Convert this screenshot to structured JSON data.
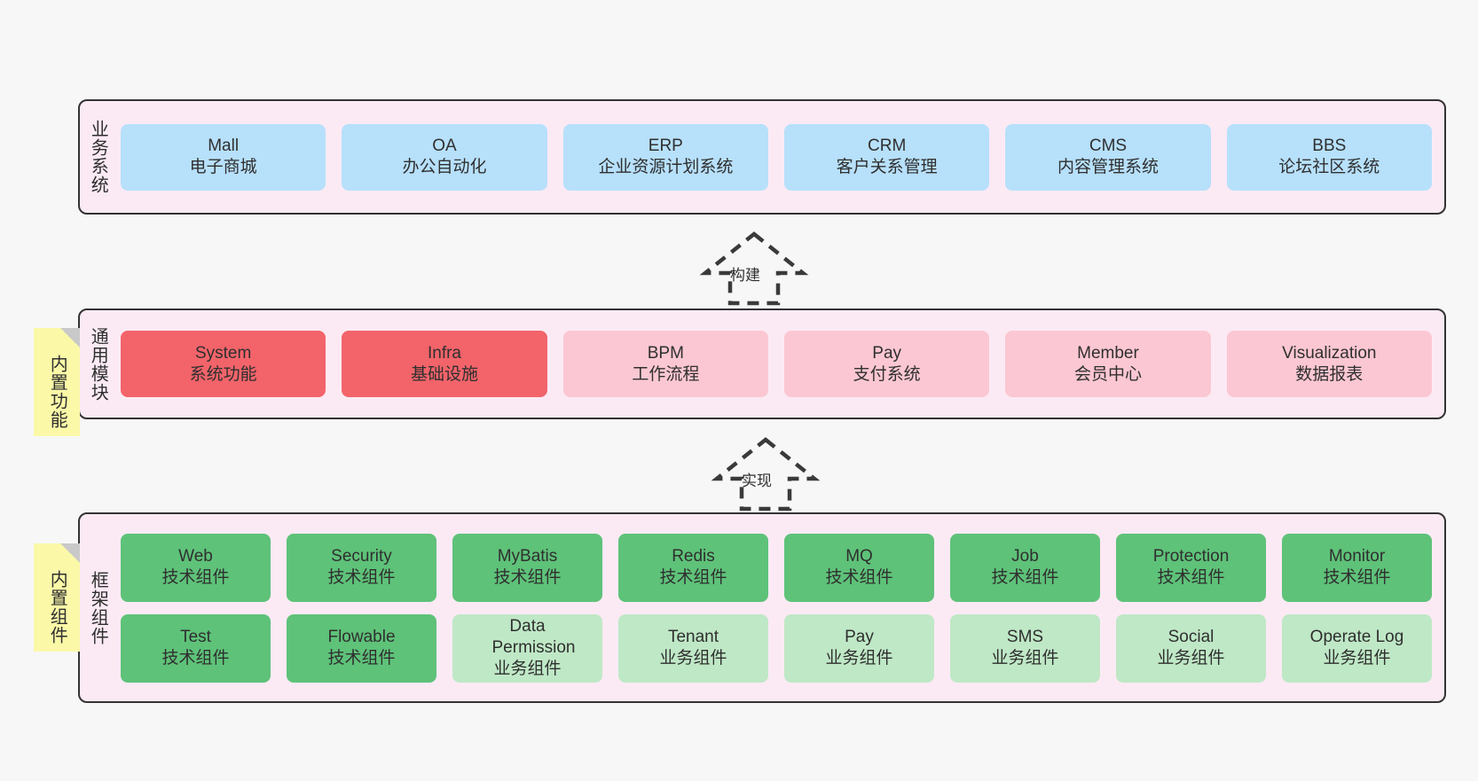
{
  "diagram": {
    "background_color": "#f7f7f7",
    "band_color": "#fbeaf4",
    "border_color": "#333333"
  },
  "layers": [
    {
      "id": "business-system",
      "title": "业务系统",
      "sticky": null,
      "rows": [
        {
          "cards": [
            {
              "en": "Mall",
              "cn": "电子商城",
              "color": "#b7e0fb",
              "tone": "blue"
            },
            {
              "en": "OA",
              "cn": "办公自动化",
              "color": "#b7e0fb",
              "tone": "blue"
            },
            {
              "en": "ERP",
              "cn": "企业资源计划系统",
              "color": "#b7e0fb",
              "tone": "blue"
            },
            {
              "en": "CRM",
              "cn": "客户关系管理",
              "color": "#b7e0fb",
              "tone": "blue"
            },
            {
              "en": "CMS",
              "cn": "内容管理系统",
              "color": "#b7e0fb",
              "tone": "blue"
            },
            {
              "en": "BBS",
              "cn": "论坛社区系统",
              "color": "#b7e0fb",
              "tone": "blue"
            }
          ]
        }
      ]
    },
    {
      "id": "common-module",
      "title": "通用模块",
      "sticky": "内置功能",
      "rows": [
        {
          "cards": [
            {
              "en": "System",
              "cn": "系统功能",
              "color": "#f2646a",
              "tone": "red"
            },
            {
              "en": "Infra",
              "cn": "基础设施",
              "color": "#f2646a",
              "tone": "red"
            },
            {
              "en": "BPM",
              "cn": "工作流程",
              "color": "#fbc7d2",
              "tone": "pink"
            },
            {
              "en": "Pay",
              "cn": "支付系统",
              "color": "#fbc7d2",
              "tone": "pink"
            },
            {
              "en": "Member",
              "cn": "会员中心",
              "color": "#fbc7d2",
              "tone": "pink"
            },
            {
              "en": "Visualization",
              "cn": "数据报表",
              "color": "#fbc7d2",
              "tone": "pink"
            }
          ]
        }
      ]
    },
    {
      "id": "framework-component",
      "title": "框架组件",
      "sticky": "内置组件",
      "rows": [
        {
          "cards": [
            {
              "en": "Web",
              "cn": "技术组件",
              "color": "#5ec279",
              "tone": "green"
            },
            {
              "en": "Security",
              "cn": "技术组件",
              "color": "#5ec279",
              "tone": "green"
            },
            {
              "en": "MyBatis",
              "cn": "技术组件",
              "color": "#5ec279",
              "tone": "green"
            },
            {
              "en": "Redis",
              "cn": "技术组件",
              "color": "#5ec279",
              "tone": "green"
            },
            {
              "en": "MQ",
              "cn": "技术组件",
              "color": "#5ec279",
              "tone": "green"
            },
            {
              "en": "Job",
              "cn": "技术组件",
              "color": "#5ec279",
              "tone": "green"
            },
            {
              "en": "Protection",
              "cn": "技术组件",
              "color": "#5ec279",
              "tone": "green"
            },
            {
              "en": "Monitor",
              "cn": "技术组件",
              "color": "#5ec279",
              "tone": "green"
            }
          ]
        },
        {
          "cards": [
            {
              "en": "Test",
              "cn": "技术组件",
              "color": "#5ec279",
              "tone": "green"
            },
            {
              "en": "Flowable",
              "cn": "技术组件",
              "color": "#5ec279",
              "tone": "green"
            },
            {
              "en": "Data Permission",
              "cn": "业务组件",
              "color": "#bfe8c6",
              "tone": "lightgreen"
            },
            {
              "en": "Tenant",
              "cn": "业务组件",
              "color": "#bfe8c6",
              "tone": "lightgreen"
            },
            {
              "en": "Pay",
              "cn": "业务组件",
              "color": "#bfe8c6",
              "tone": "lightgreen"
            },
            {
              "en": "SMS",
              "cn": "业务组件",
              "color": "#bfe8c6",
              "tone": "lightgreen"
            },
            {
              "en": "Social",
              "cn": "业务组件",
              "color": "#bfe8c6",
              "tone": "lightgreen"
            },
            {
              "en": "Operate Log",
              "cn": "业务组件",
              "color": "#bfe8c6",
              "tone": "lightgreen"
            }
          ]
        }
      ]
    }
  ],
  "arrows": [
    {
      "id": "build-arrow",
      "label": "构建",
      "direction": "up",
      "style": "dashed-hollow"
    },
    {
      "id": "implement-arrow",
      "label": "实现",
      "direction": "up",
      "style": "dashed-hollow"
    }
  ]
}
